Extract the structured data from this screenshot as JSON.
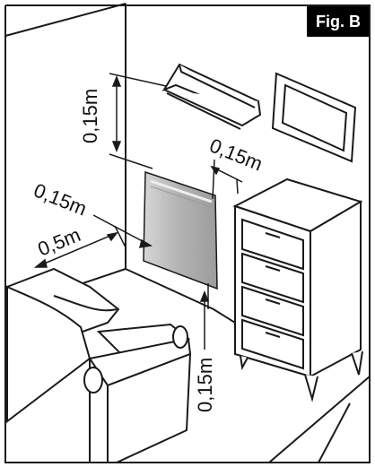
{
  "figure_label": "Fig. B",
  "dimensions": {
    "top_clearance": "0,15m",
    "side_right": "0,15m",
    "side_left": "0,15m",
    "front_clearance": "0,5m",
    "bottom_clearance": "0,15m"
  },
  "colors": {
    "stroke": "#1a1a1a",
    "heater": "#b9b9b9",
    "floor": "#f7f7f7",
    "badge_bg": "#000000"
  }
}
